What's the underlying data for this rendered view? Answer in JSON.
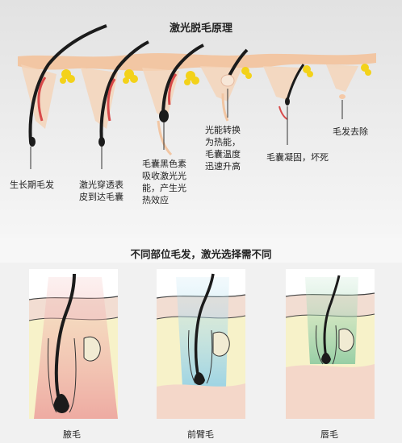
{
  "title": "激光脱毛原理",
  "steps": [
    "生长期毛发",
    "激光穿透表\n皮到达毛囊",
    "毛囊黑色素\n吸收激光光\n能，产生光\n热效应",
    "光能转换\n为热能，\n毛囊温度\n迅速升高",
    "毛囊凝固，坏死",
    "毛发去除"
  ],
  "subtitle": "不同部位毛发，激光选择需不同",
  "panels": [
    "腋毛",
    "前臂毛",
    "唇毛"
  ],
  "colors": {
    "skin": "#f2c6a3",
    "laser_red": "#e3262b",
    "beam_red": "#eea7a5",
    "beam_blue": "#a9d9ee",
    "beam_green": "#9fd4b3",
    "dermis": "#f7f2c9",
    "hair": "#1b1b1b"
  }
}
